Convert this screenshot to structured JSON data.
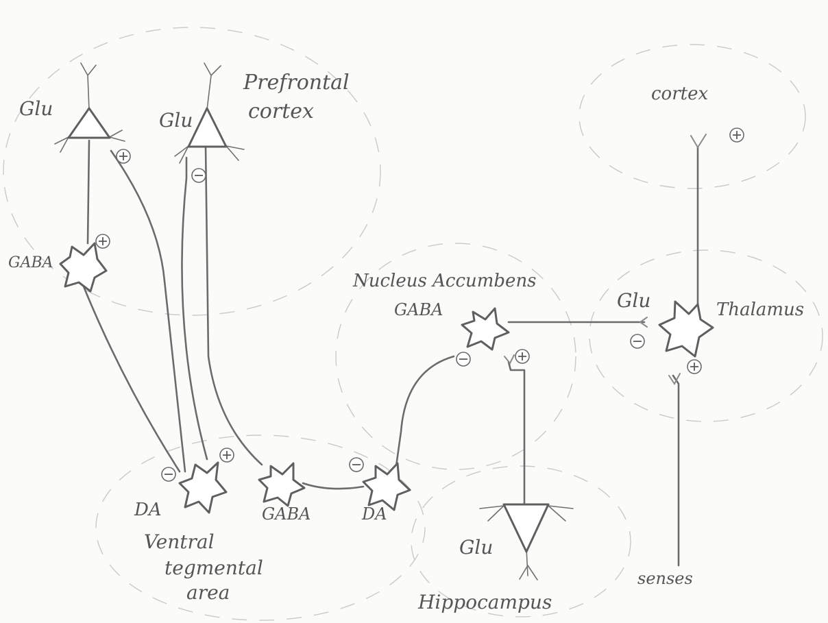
{
  "colors": {
    "ink": "#6b6b6b",
    "paper": "#fbfbf9",
    "region_outline": "#c9c9c9"
  },
  "regions": {
    "prefrontal": "Prefrontal\ncortex",
    "cortex": "cortex",
    "nucleus_accumbens": "Nucleus Accumbens",
    "thalamus": "Thalamus",
    "vta": "Ventral\ntegmental\narea",
    "hippocampus": "Hippocampus",
    "senses": "senses"
  },
  "neurons": {
    "pfc_glu_1": "Glu",
    "pfc_glu_2": "Glu",
    "pfc_gaba": "GABA",
    "vta_da": "DA",
    "vta_gaba": "GABA",
    "da_2": "DA",
    "nacc_gaba": "GABA",
    "thal_glu": "Glu",
    "hippo_glu": "Glu"
  },
  "signs": {
    "plus": "+",
    "minus": "−"
  }
}
